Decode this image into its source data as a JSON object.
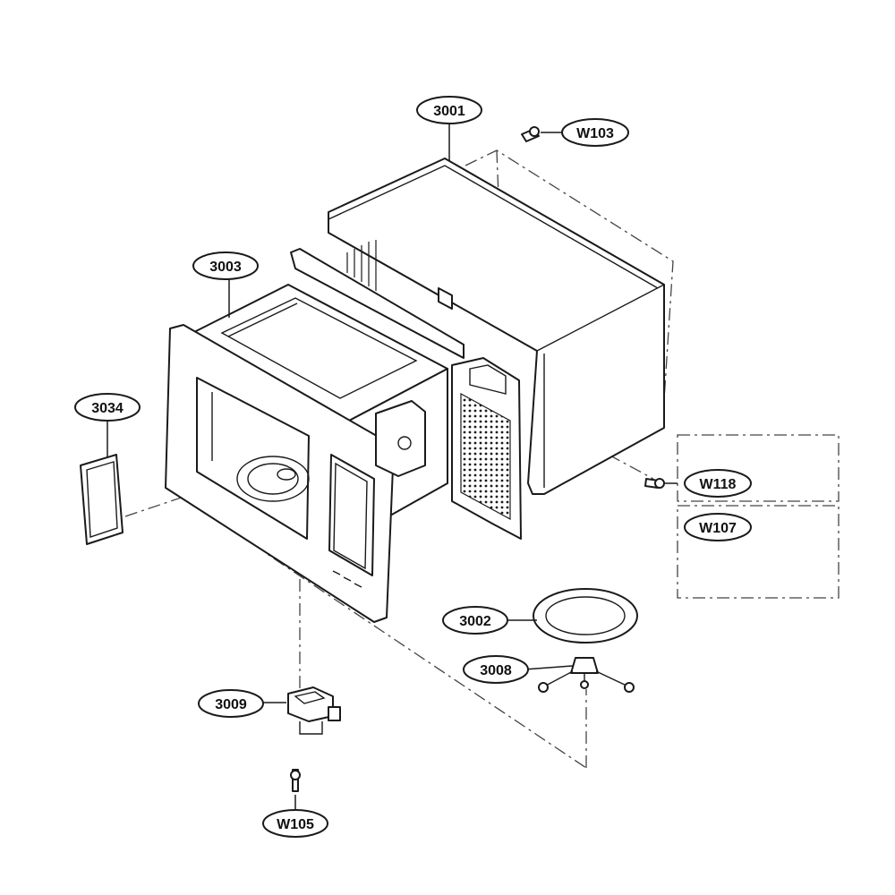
{
  "callouts": {
    "c3001": "3001",
    "w103": "W103",
    "c3003": "3003",
    "c3034": "3034",
    "w118": "W118",
    "w107": "W107",
    "c3002": "3002",
    "c3008": "3008",
    "c3009": "3009",
    "w105": "W105"
  },
  "colors": {
    "line": "#1a1a1a",
    "paper": "#ffffff"
  }
}
